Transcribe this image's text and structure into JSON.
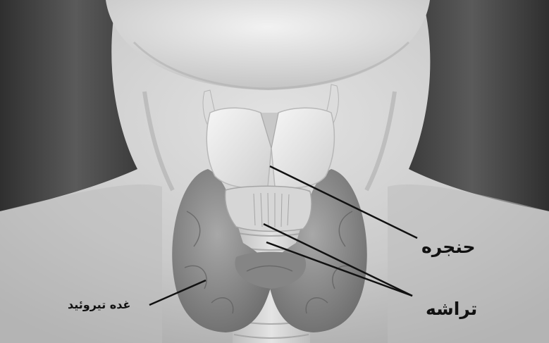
{
  "labels": {
    "larynx": "حنجره",
    "trachea": "تراشه",
    "thyroid": "غده تیروئید"
  },
  "colors": {
    "background": "#ffffff",
    "skin": "#c9c9c9",
    "hair": "#4a4a4a",
    "cartilage": "#e6e6e6",
    "thyroid": "#8e8e8e",
    "line": "#111111"
  }
}
